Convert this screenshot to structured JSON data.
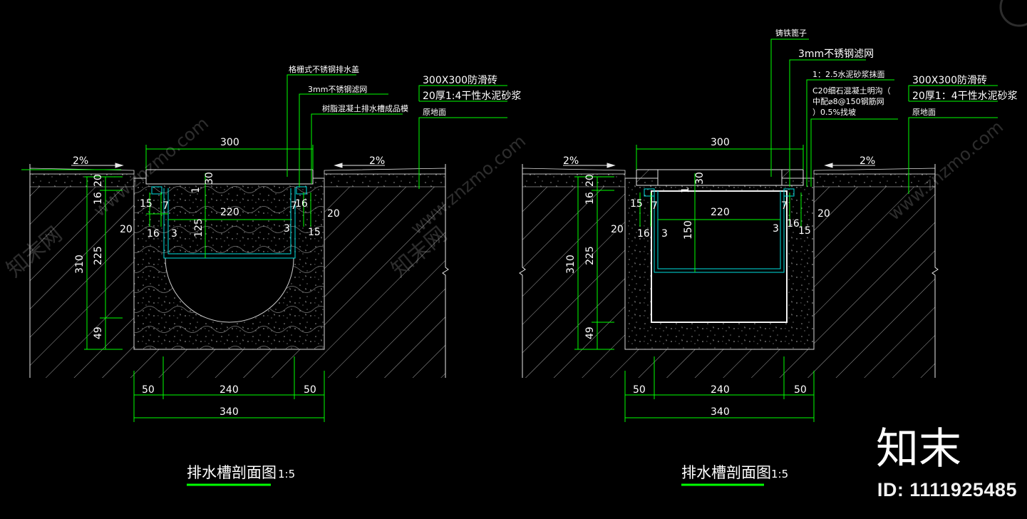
{
  "watermark": {
    "site": "www.znzmo.com",
    "logo_text": "知末",
    "id_text": "ID: 1111925485",
    "faint_brand": "知末网"
  },
  "left": {
    "callouts": [
      "格栅式不锈钢排水盖",
      "3mm不锈钢滤网",
      "树脂混凝土排水槽成品模"
    ],
    "layers": [
      "300X300防滑砖",
      "20厚1:4干性水泥砂浆",
      "原地面"
    ],
    "slope": "2%",
    "dims": {
      "top_width": "300",
      "inner_width": "220",
      "cover": "30",
      "gap1": "1",
      "depth": "125",
      "v20": "20",
      "v16": "16",
      "v225": "225",
      "v310": "310",
      "v49": "49",
      "s15": "15",
      "s7": "7",
      "s16": "16",
      "s3": "3",
      "s20": "20",
      "b50": "50",
      "b240": "240",
      "b340": "340"
    },
    "title": "排水槽剖面图",
    "scale": "1:5"
  },
  "right": {
    "callouts": [
      "铸铁篦子",
      "3mm不锈钢滤网",
      "1：2.5水泥砂浆抹面",
      "C20细石混凝土明沟（",
      "中配⌀8@150钢筋网",
      "）0.5%找坡"
    ],
    "layers": [
      "300X300防滑砖",
      "20厚1：4干性水泥砂浆",
      "原地面"
    ],
    "slope": "2%",
    "dims": {
      "top_width": "300",
      "inner_width": "220",
      "cover": "30",
      "gap1": "1",
      "depth": "150",
      "v20": "20",
      "v16": "16",
      "v225": "225",
      "v310": "310",
      "v49": "49",
      "s15": "15",
      "s7": "7",
      "s16": "16",
      "s3": "3",
      "s20": "20",
      "b50": "50",
      "b240": "240",
      "b340": "340"
    },
    "title": "排水槽剖面图",
    "scale": "1:5"
  }
}
